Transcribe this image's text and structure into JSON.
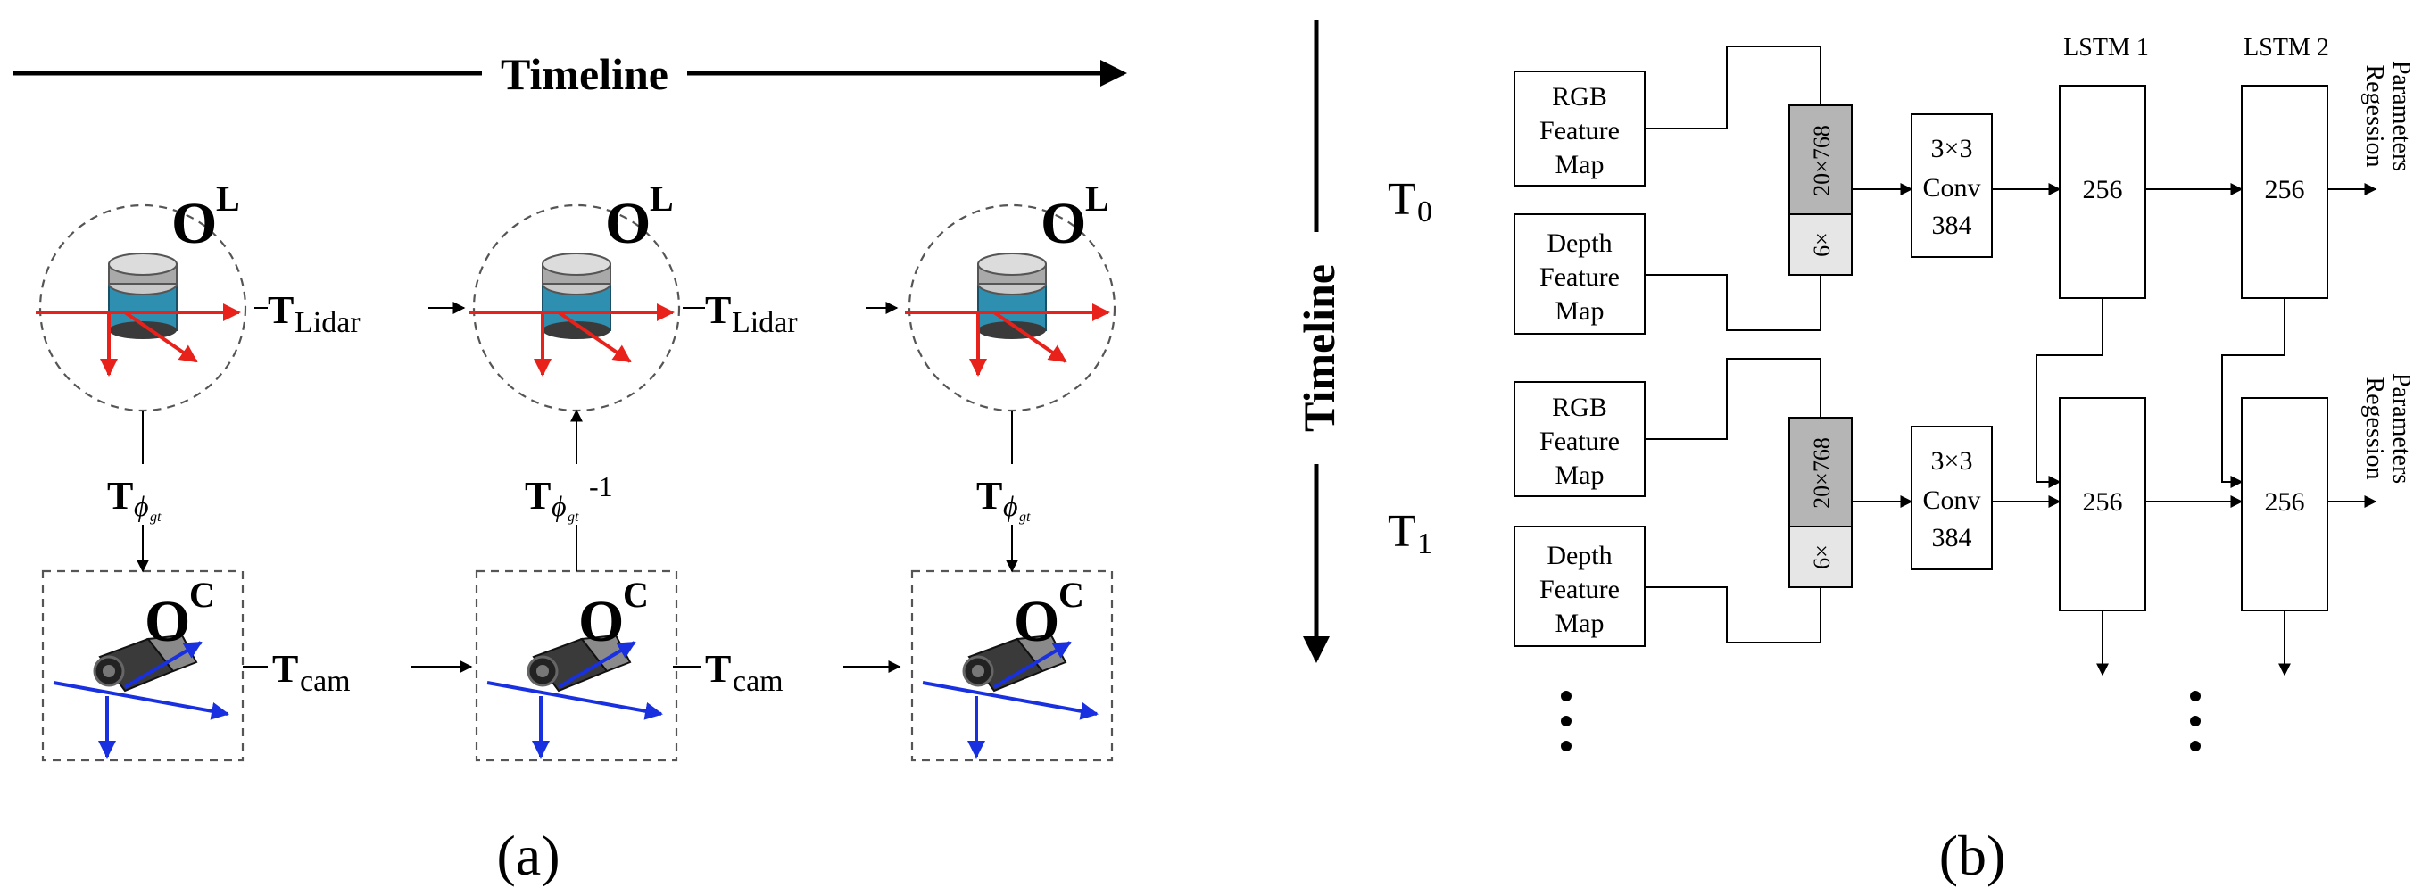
{
  "panel_a": {
    "timeline_label": "Timeline",
    "lidar_frame": "O",
    "lidar_sup": "L",
    "camera_frame": "O",
    "camera_sup": "C",
    "t_letter": "T",
    "lidar_sub": "Lidar",
    "cam_sub": "cam",
    "phi_sub": "ϕ",
    "phi_subsub": "gt",
    "inverse_sup": "-1",
    "caption": "(a)"
  },
  "panel_b": {
    "timeline_label": "Timeline",
    "t0_letter": "T",
    "t0_sub": "0",
    "t1_letter": "T",
    "t1_sub": "1",
    "rgb_line1": "RGB",
    "rgb_line2": "Feature",
    "rgb_line3": "Map",
    "depth_line1": "Depth",
    "depth_line2": "Feature",
    "depth_line3": "Map",
    "concat_top": "20×768",
    "concat_bottom": "6×",
    "conv_line1": "3×3",
    "conv_line2": "Conv",
    "conv_line3": "384",
    "lstm1_label": "LSTM 1",
    "lstm2_label": "LSTM 2",
    "lstm_units": "256",
    "regression_line1": "Parameters",
    "regression_line2": "Regession",
    "caption": "(b)"
  },
  "colors": {
    "lidar_axis": "#e8221b",
    "camera_axis": "#1830e0",
    "concat_dark": "#b5b5b5",
    "concat_light": "#e6e6e6",
    "dashed_frame": "#555555"
  }
}
